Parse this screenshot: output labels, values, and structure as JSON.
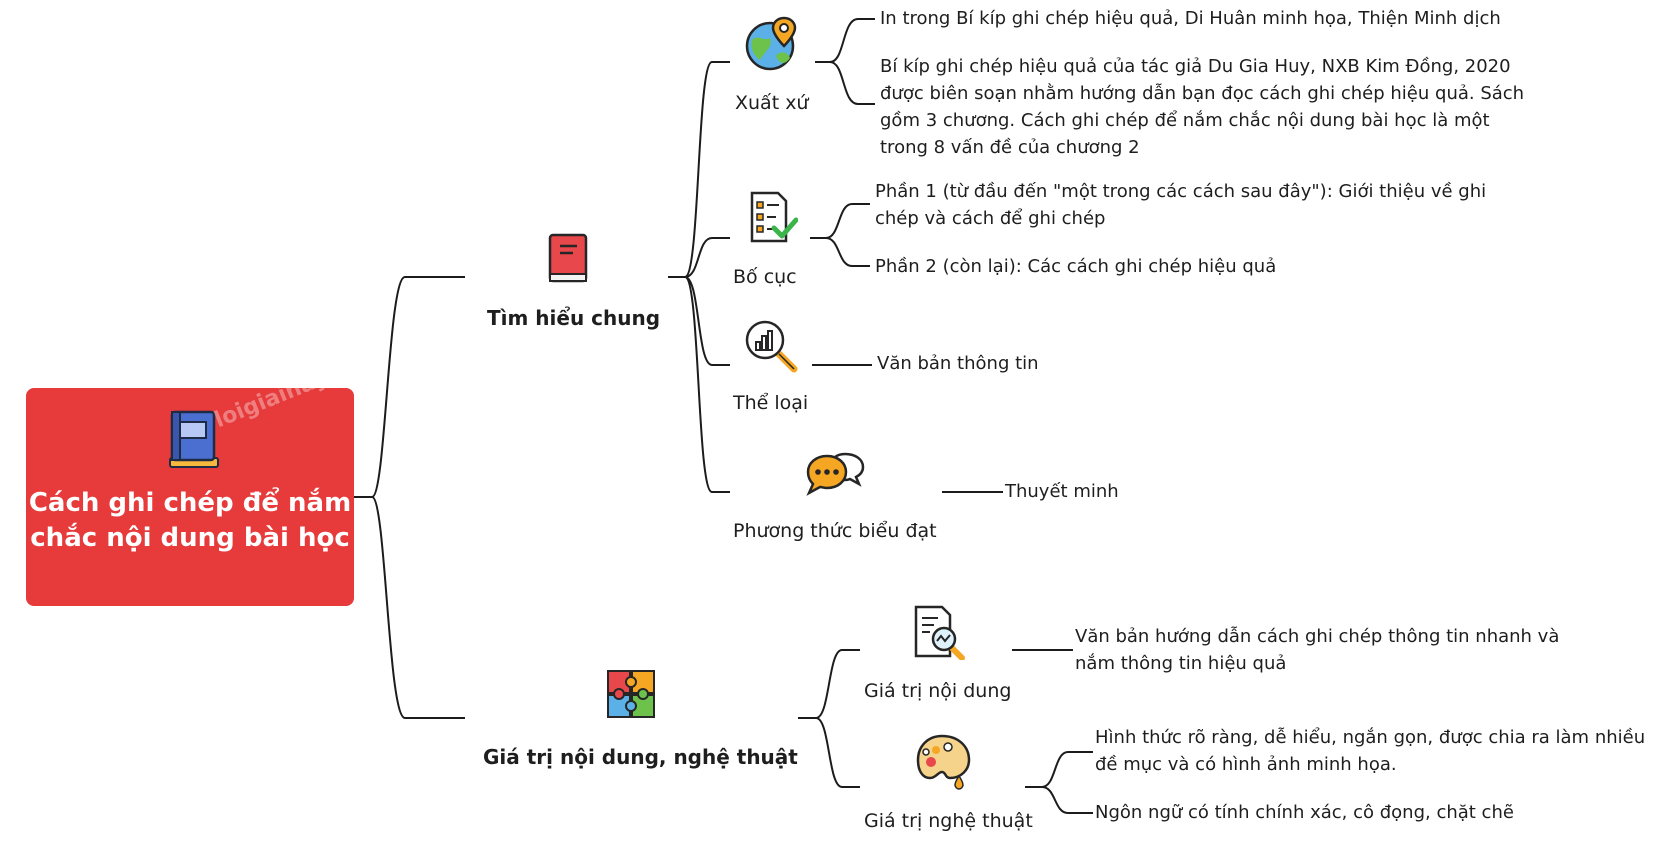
{
  "root": {
    "title": "Cách ghi chép để nắm chắc nội dung bài học",
    "icon": "book-icon",
    "watermark": "loigiaihay.com"
  },
  "branches": [
    {
      "label": "Tìm hiểu chung",
      "icon": "red-book-icon",
      "children": [
        {
          "label": "Xuất xứ",
          "icon": "globe-pin-icon",
          "leaves": [
            "In trong Bí kíp ghi chép hiệu quả, Di Huân minh họa, Thiện Minh dịch",
            "Bí kíp ghi chép hiệu quả của tác giả Du Gia Huy, NXB Kim Đồng, 2020 được biên soạn nhằm hướng dẫn bạn đọc cách ghi chép hiệu quả. Sách gồm 3 chương. Cách ghi chép để nắm chắc nội dung bài học là một trong 8 vấn đề của chương 2"
          ]
        },
        {
          "label": "Bố cục",
          "icon": "checklist-icon",
          "leaves": [
            "Phần 1 (từ đầu đến \"một trong các cách sau đây\"): Giới thiệu về ghi chép và cách để ghi chép",
            "Phần 2 (còn lại): Các cách ghi chép hiệu quả"
          ]
        },
        {
          "label": "Thể loại",
          "icon": "magnifier-chart-icon",
          "leaves": [
            "Văn bản thông tin"
          ]
        },
        {
          "label": "Phương thức biểu đạt",
          "icon": "speech-bubbles-icon",
          "leaves": [
            "Thuyết minh"
          ]
        }
      ]
    },
    {
      "label": "Giá trị nội dung, nghệ thuật",
      "icon": "puzzle-icon",
      "children": [
        {
          "label": "Giá trị nội dung",
          "icon": "document-search-icon",
          "leaves": [
            "Văn bản hướng dẫn cách ghi chép thông tin nhanh và nắm thông tin hiệu quả"
          ]
        },
        {
          "label": "Giá trị nghệ thuật",
          "icon": "paint-palette-icon",
          "leaves": [
            "Hình thức rõ ràng, dễ hiểu, ngắn gọn, được chia ra làm nhiều đề mục và có hình ảnh minh họa.",
            "Ngôn ngữ có tính chính xác, cô đọng, chặt chẽ"
          ]
        }
      ]
    }
  ],
  "colors": {
    "root_bg": "#e63a3b",
    "line": "#1c1c1c",
    "text": "#1e1e1e"
  }
}
